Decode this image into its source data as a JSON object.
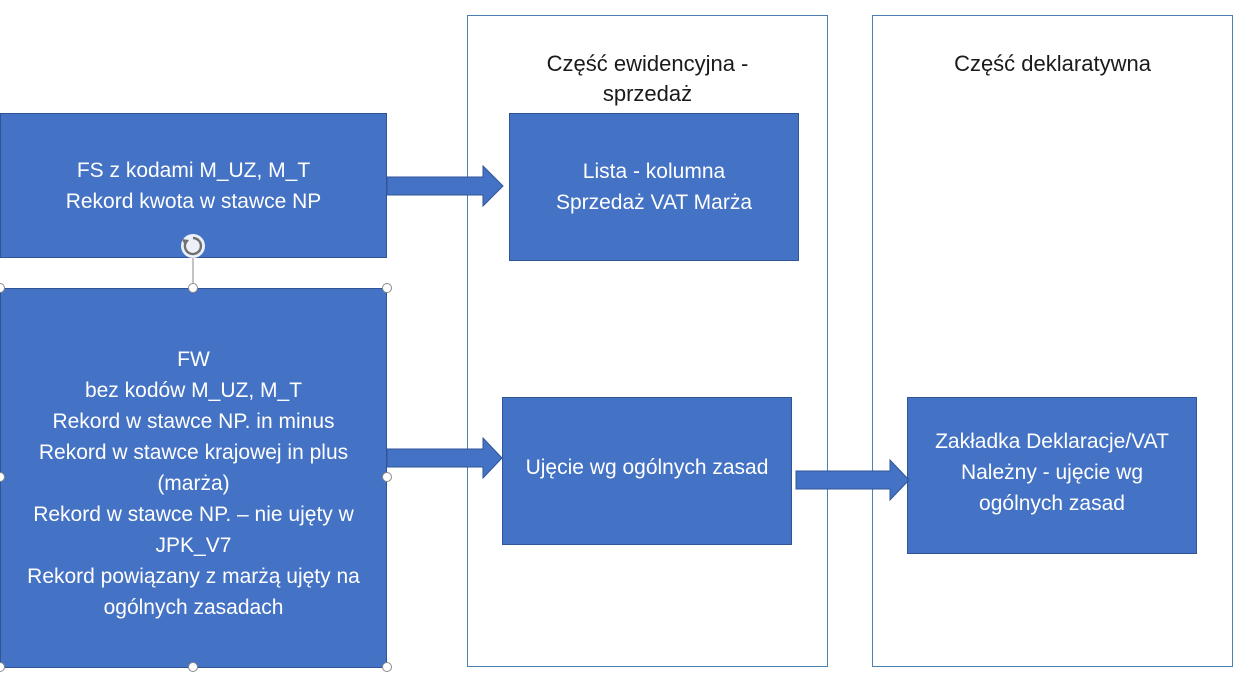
{
  "columns": [
    {
      "title": "Część ewidencyjna -\nsprzedaż"
    },
    {
      "title": "Część deklaratywna"
    }
  ],
  "boxes": {
    "fs": "FS z kodami M_UZ, M_T\nRekord kwota w stawce NP",
    "fw": "FW\nbez kodów M_UZ, M_T\nRekord w stawce NP. in minus\nRekord w stawce krajowej in plus\n(marża)\nRekord w stawce NP. – nie ujęty w\nJPK_V7\nRekord powiązany z marżą ujęty na\nogólnych zasadach",
    "lista": "Lista - kolumna\nSprzedaż VAT Marża",
    "ujecie": "Ujęcie wg ogólnych zasad",
    "zakladka": "Zakładka Deklaracje/VAT\nNależny - ujęcie wg\nogólnych zasad"
  },
  "colors": {
    "box_fill": "#4472c4",
    "box_border": "#2f5597",
    "column_border": "#4a7fb0"
  },
  "icons": {
    "rotate": "rotate-handle-icon"
  }
}
